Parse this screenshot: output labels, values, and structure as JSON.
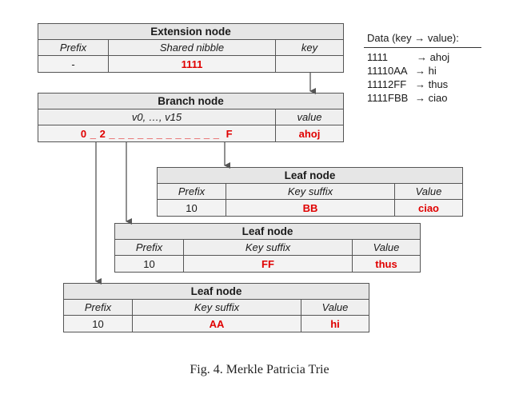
{
  "extension": {
    "title": "Extension node",
    "headers": [
      "Prefix",
      "Shared nibble",
      "key"
    ],
    "values": [
      "-",
      "1111",
      ""
    ]
  },
  "branch": {
    "title": "Branch node",
    "headers": [
      "v0, …, v15",
      "value"
    ],
    "slots": "0 _ 2 _ _ _ _ _ _ _ _ _ _ _ _  F",
    "value": "ahoj"
  },
  "leaf_ciao": {
    "title": "Leaf node",
    "headers": [
      "Prefix",
      "Key suffix",
      "Value"
    ],
    "values": [
      "10",
      "BB",
      "ciao"
    ]
  },
  "leaf_thus": {
    "title": "Leaf node",
    "headers": [
      "Prefix",
      "Key suffix",
      "Value"
    ],
    "values": [
      "10",
      "FF",
      "thus"
    ]
  },
  "leaf_hi": {
    "title": "Leaf node",
    "headers": [
      "Prefix",
      "Key suffix",
      "Value"
    ],
    "values": [
      "10",
      "AA",
      "hi"
    ]
  },
  "legend": {
    "title": "Data (key → value):",
    "items": [
      {
        "key": "1111",
        "value": "→ ahoj"
      },
      {
        "key": "11110AA",
        "value": "→ hi"
      },
      {
        "key": "11112FF",
        "value": "→ thus"
      },
      {
        "key": "1111FBB",
        "value": "→ ciao"
      }
    ]
  },
  "caption": "Fig. 4.  Merkle Patricia Trie",
  "colors": {
    "highlight": "#e00000",
    "title_bg": "#e6e6e6",
    "border": "#555555"
  }
}
